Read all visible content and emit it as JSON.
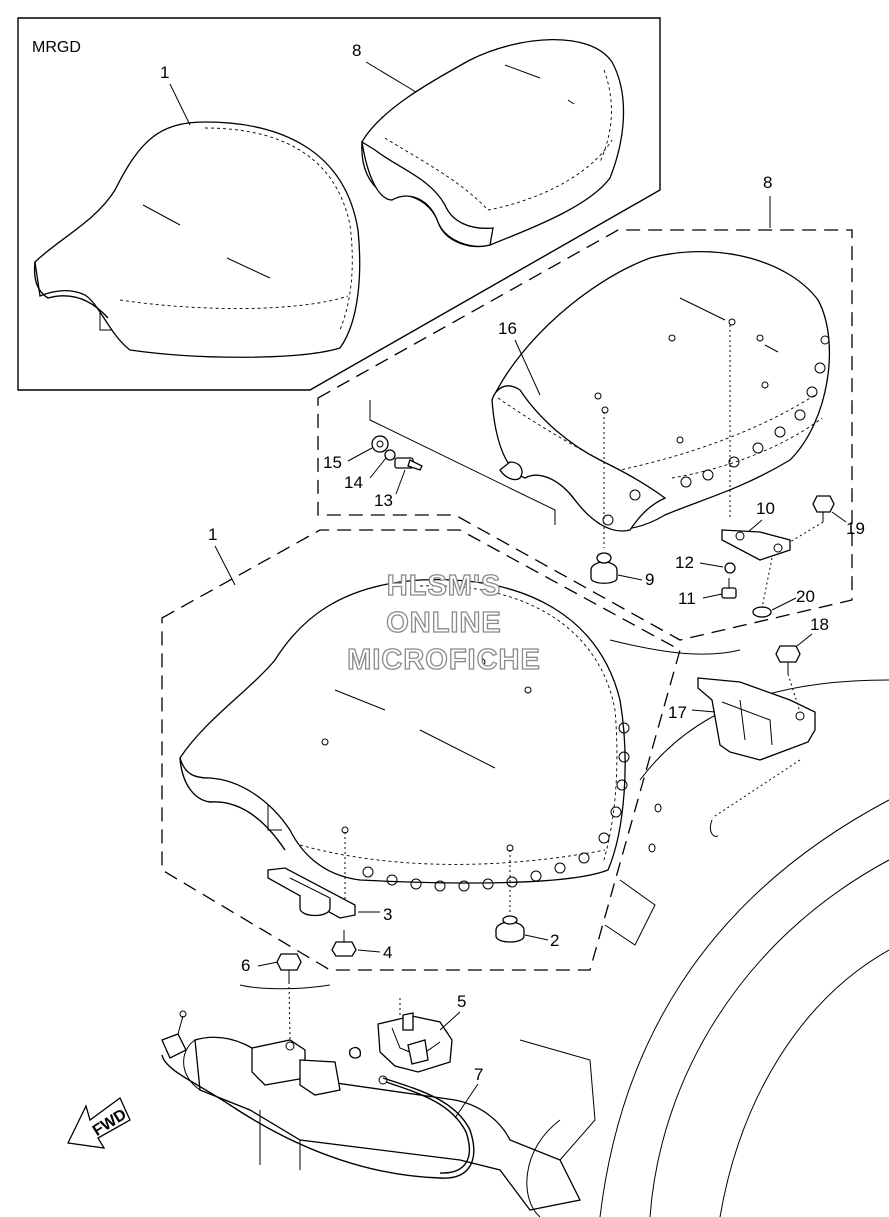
{
  "variant_label": "MRGD",
  "callouts": {
    "p1_top": "1",
    "p8_top": "8",
    "p8_mid": "8",
    "p16": "16",
    "p15": "15",
    "p14": "14",
    "p13": "13",
    "p9": "9",
    "p10": "10",
    "p12": "12",
    "p11": "11",
    "p19": "19",
    "p20": "20",
    "p1_mid": "1",
    "p18": "18",
    "p17": "17",
    "p3": "3",
    "p2": "2",
    "p4": "4",
    "p6": "6",
    "p5": "5",
    "p7": "7"
  },
  "watermark": [
    "HLSM'S",
    "ONLINE",
    "MICROFICHE"
  ],
  "fwd_label": "FWD"
}
